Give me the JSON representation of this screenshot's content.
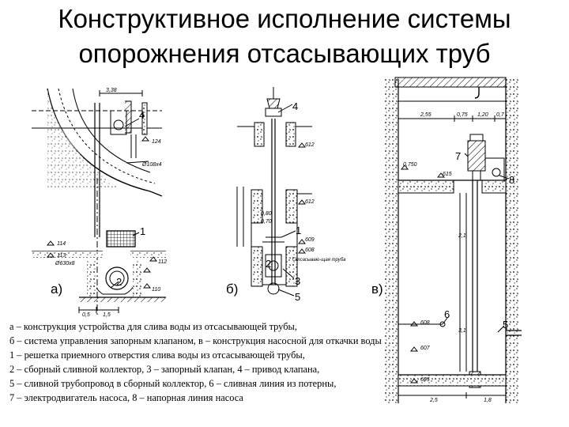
{
  "title_line1": "Конструктивное исполнение системы",
  "title_line2": "опорожнения отсасывающих труб",
  "panels": {
    "a": "а)",
    "b": "б)",
    "c": "в)"
  },
  "legend": [
    "а – конструкция устройства для слива воды из отсасывающей трубы,",
    "б – система управления запорным клапаном, в – конструкция насосной для откачки воды",
    "1 – решетка приемного отверстия слива воды из отсасывающей трубы,",
    "2 – сборный сливной коллектор, 3 – запорный клапан, 4 – привод клапана,",
    "5 – сливной трубопровод в сборный коллектор, 6 – сливная линия из потерны,",
    "7 – электродвигатель насоса, 8 – напорная линия насоса"
  ],
  "callouts": {
    "a": [
      "4",
      "1",
      "2"
    ],
    "b": [
      "4",
      "1",
      "2",
      "3",
      "5"
    ],
    "c": [
      "7",
      "8",
      "6",
      "5"
    ]
  },
  "marks": {
    "a": [
      "3,38",
      "124",
      "Ø108x4",
      "114",
      "Ø630x8",
      "113",
      "110",
      "112",
      "0,5",
      "1,5"
    ],
    "b": [
      "612",
      "612",
      "0,80",
      "0,70",
      "609",
      "608",
      "Отсасываю-щая труба"
    ],
    "c": [
      "2,55",
      "0,75",
      "1,20",
      "0,7",
      "0,750",
      "615",
      "2,1",
      "3,1",
      "608",
      "607",
      "605",
      "2,5",
      "1,8"
    ]
  }
}
